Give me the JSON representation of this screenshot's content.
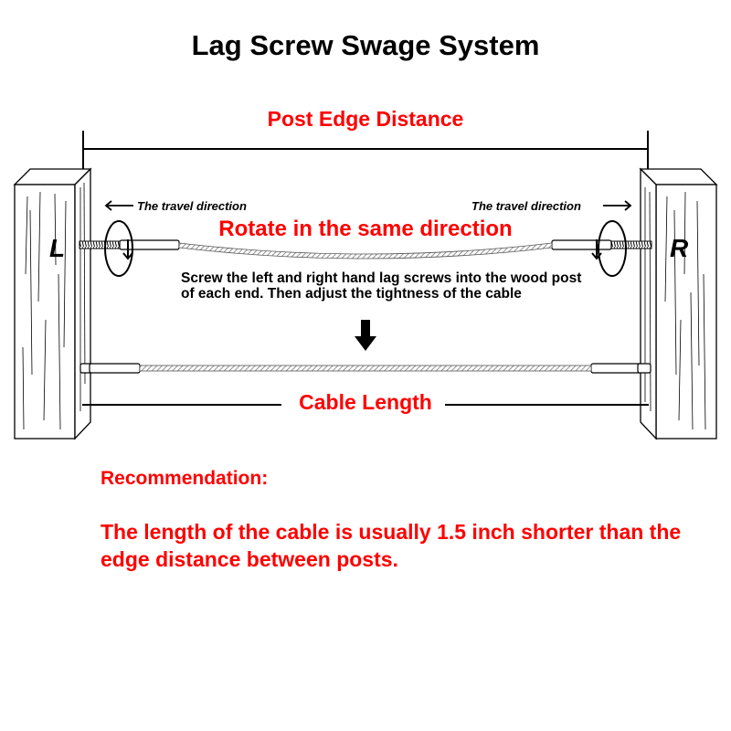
{
  "title": "Lag Screw Swage System",
  "labels": {
    "post_edge_distance": "Post Edge Distance",
    "rotate": "Rotate in the same direction",
    "travel_left": "The travel direction",
    "travel_right": "The travel direction",
    "cable_length": "Cable Length",
    "left_post": "L",
    "right_post": "R"
  },
  "instruction": "Screw the left and right hand lag screws into the wood post of each end. Then adjust the tightness of the cable",
  "recommendation": {
    "heading": "Recommendation:",
    "text": "The length of the cable is usually 1.5 inch shorter than the edge distance between posts."
  },
  "colors": {
    "accent": "#ff0000",
    "ink": "#000000"
  }
}
